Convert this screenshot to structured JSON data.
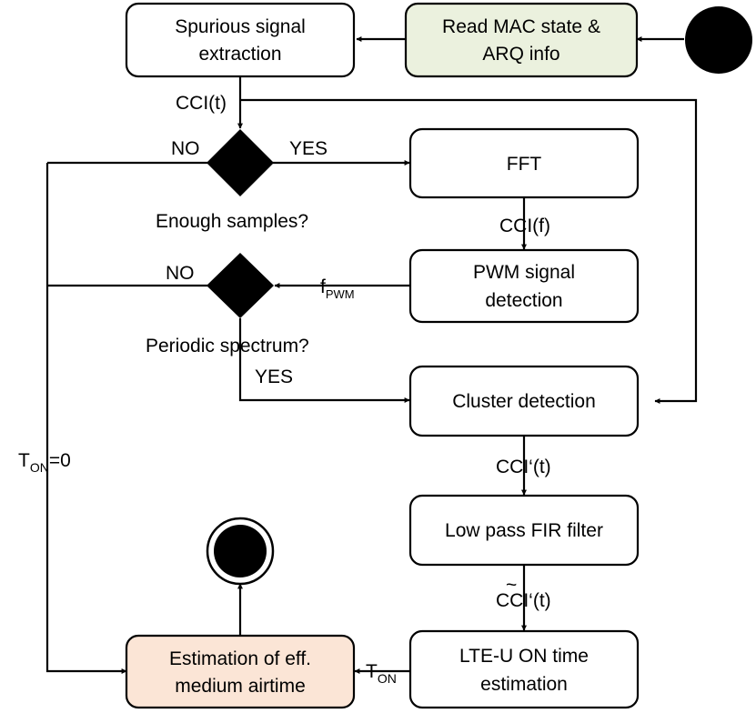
{
  "nodes": {
    "read_mac": {
      "line1": "Read MAC state &",
      "line2": "ARQ info",
      "fill": "#ebf1de"
    },
    "spurious": {
      "line1": "Spurious signal",
      "line2": "extraction"
    },
    "fft": {
      "label": "FFT"
    },
    "pwm": {
      "line1": "PWM signal",
      "line2": "detection"
    },
    "cluster": {
      "label": "Cluster detection"
    },
    "lowpass": {
      "label": "Low pass FIR filter"
    },
    "lte_u": {
      "line1": "LTE-U ON time",
      "line2": "estimation"
    },
    "estimation": {
      "line1": "Estimation of eff.",
      "line2": "medium airtime",
      "fill": "#fbe5d6"
    }
  },
  "decisions": {
    "enough_samples": {
      "question": "Enough samples?",
      "no": "NO",
      "yes": "YES"
    },
    "periodic": {
      "question": "Periodic spectrum?",
      "no": "NO",
      "yes": "YES"
    }
  },
  "edge_labels": {
    "cci_t": "CCI(t)",
    "cci_f": "CCI(f)",
    "cci_prime": "CCI‘(t)",
    "cci_filtered": "CCI‘(t)",
    "tilde": "~",
    "f_pwm": {
      "main": "f",
      "sub": "PWM"
    },
    "t_on_zero": {
      "main": "T",
      "sub": "ON",
      "suffix": "=0"
    },
    "t_on": {
      "main": "T",
      "sub": "ON"
    }
  },
  "colors": {
    "line": "#000000",
    "decision": "#000000",
    "start": "#000000",
    "end": "#000000"
  }
}
